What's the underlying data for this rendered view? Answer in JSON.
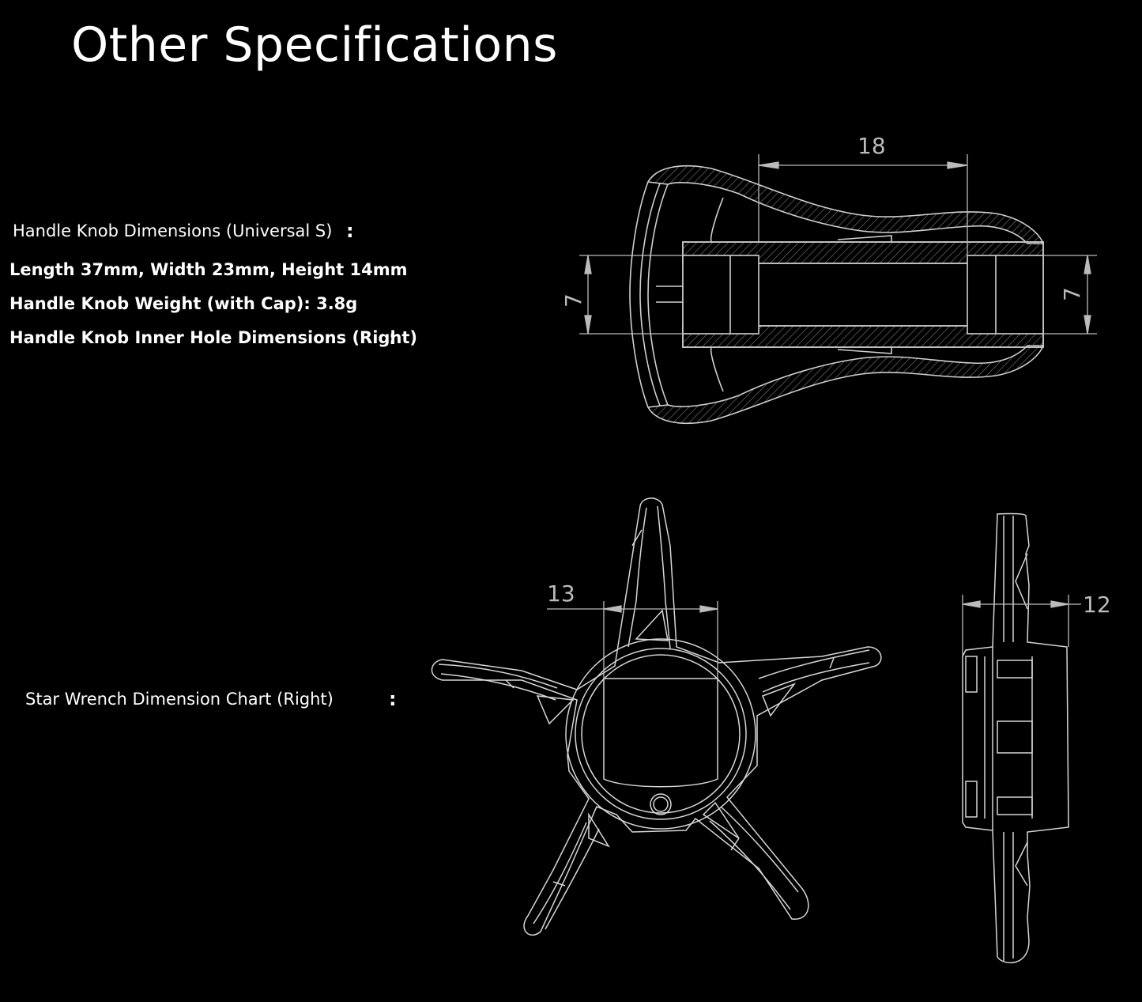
{
  "title": "Other Specifications",
  "specs": {
    "knob_dimensions_label": "Handle Knob Dimensions (Universal S)",
    "knob_size": "Length 37mm, Width 23mm, Height 14mm",
    "knob_weight": "Handle Knob Weight (with Cap): 3.8g",
    "knob_hole_label": "Handle Knob Inner Hole Dimensions (Right)",
    "star_wrench_label": "Star Wrench Dimension Chart (Right)"
  },
  "separators": {
    "colon": ":"
  },
  "knob_drawing": {
    "dim_top": "18",
    "dim_left": "7",
    "dim_right": "7"
  },
  "star_drawing": {
    "dim_top": "13"
  },
  "side_drawing": {
    "dim_right": "12"
  },
  "colors": {
    "background": "#000000",
    "text": "#ffffff",
    "line": "#cfcfcf"
  }
}
